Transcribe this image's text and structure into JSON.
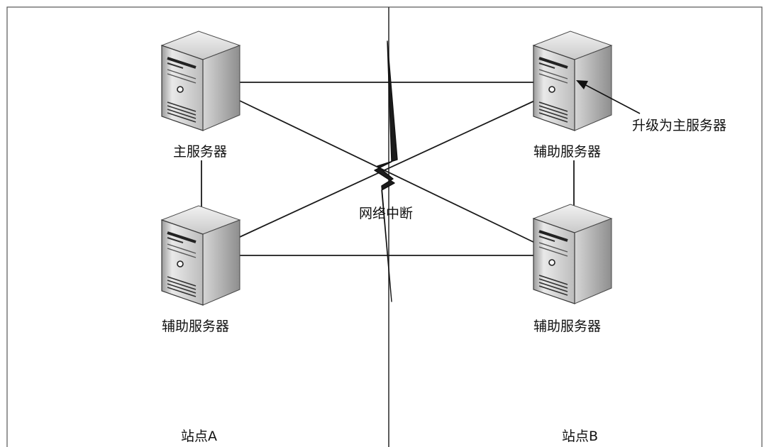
{
  "diagram": {
    "site_a_label": "站点A",
    "site_b_label": "站点B",
    "network_break_label": "网络中断",
    "upgrade_note": "升级为主服务器",
    "servers": {
      "a_primary": "主服务器",
      "a_secondary": "辅助服务器",
      "b_top": "辅助服务器",
      "b_bottom": "辅助服务器"
    },
    "server_icon": "server-tower-icon",
    "break_icon": "lightning-bolt-icon"
  }
}
